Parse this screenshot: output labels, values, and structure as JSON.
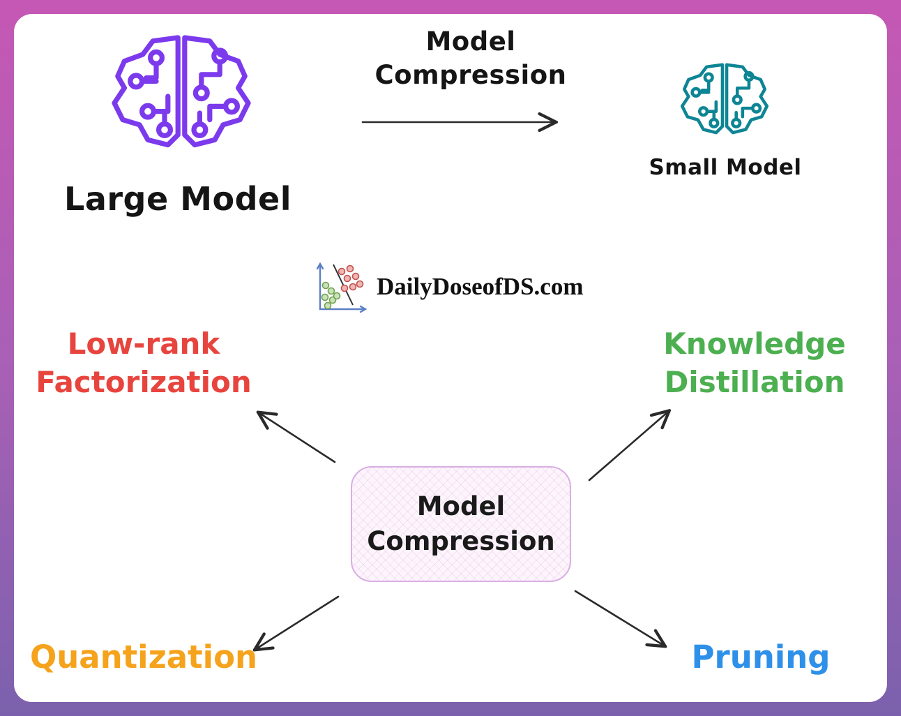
{
  "top_section": {
    "large_model_label": "Large Model",
    "small_model_label": "Small Model",
    "arrow_label_line1": "Model",
    "arrow_label_line2": "Compression",
    "large_brain_icon": "circuit-brain-icon",
    "small_brain_icon": "circuit-brain-icon"
  },
  "branding": {
    "site": "DailyDoseofDS.com",
    "logo_icon": "scatter-plot-icon"
  },
  "center_box": {
    "line1": "Model",
    "line2": "Compression"
  },
  "branches": [
    {
      "position": "top-left",
      "line1": "Low-rank",
      "line2": "Factorization",
      "color": "#e8443e"
    },
    {
      "position": "top-right",
      "line1": "Knowledge",
      "line2": "Distillation",
      "color": "#4caf50"
    },
    {
      "position": "bottom-left",
      "line1": "Quantization",
      "line2": "",
      "color": "#f5a31c"
    },
    {
      "position": "bottom-right",
      "line1": "Pruning",
      "line2": "",
      "color": "#2e90e8"
    }
  ],
  "colors": {
    "frame_top": "#c558b4",
    "frame_bottom": "#7b61ad",
    "canvas_bg": "#ffffff",
    "large_brain": "#7c3aed",
    "small_brain": "#0d8594",
    "box_border": "#d9aee2",
    "box_bg": "#fdf5fc",
    "arrow": "#2a2a2a",
    "text": "#111111"
  }
}
